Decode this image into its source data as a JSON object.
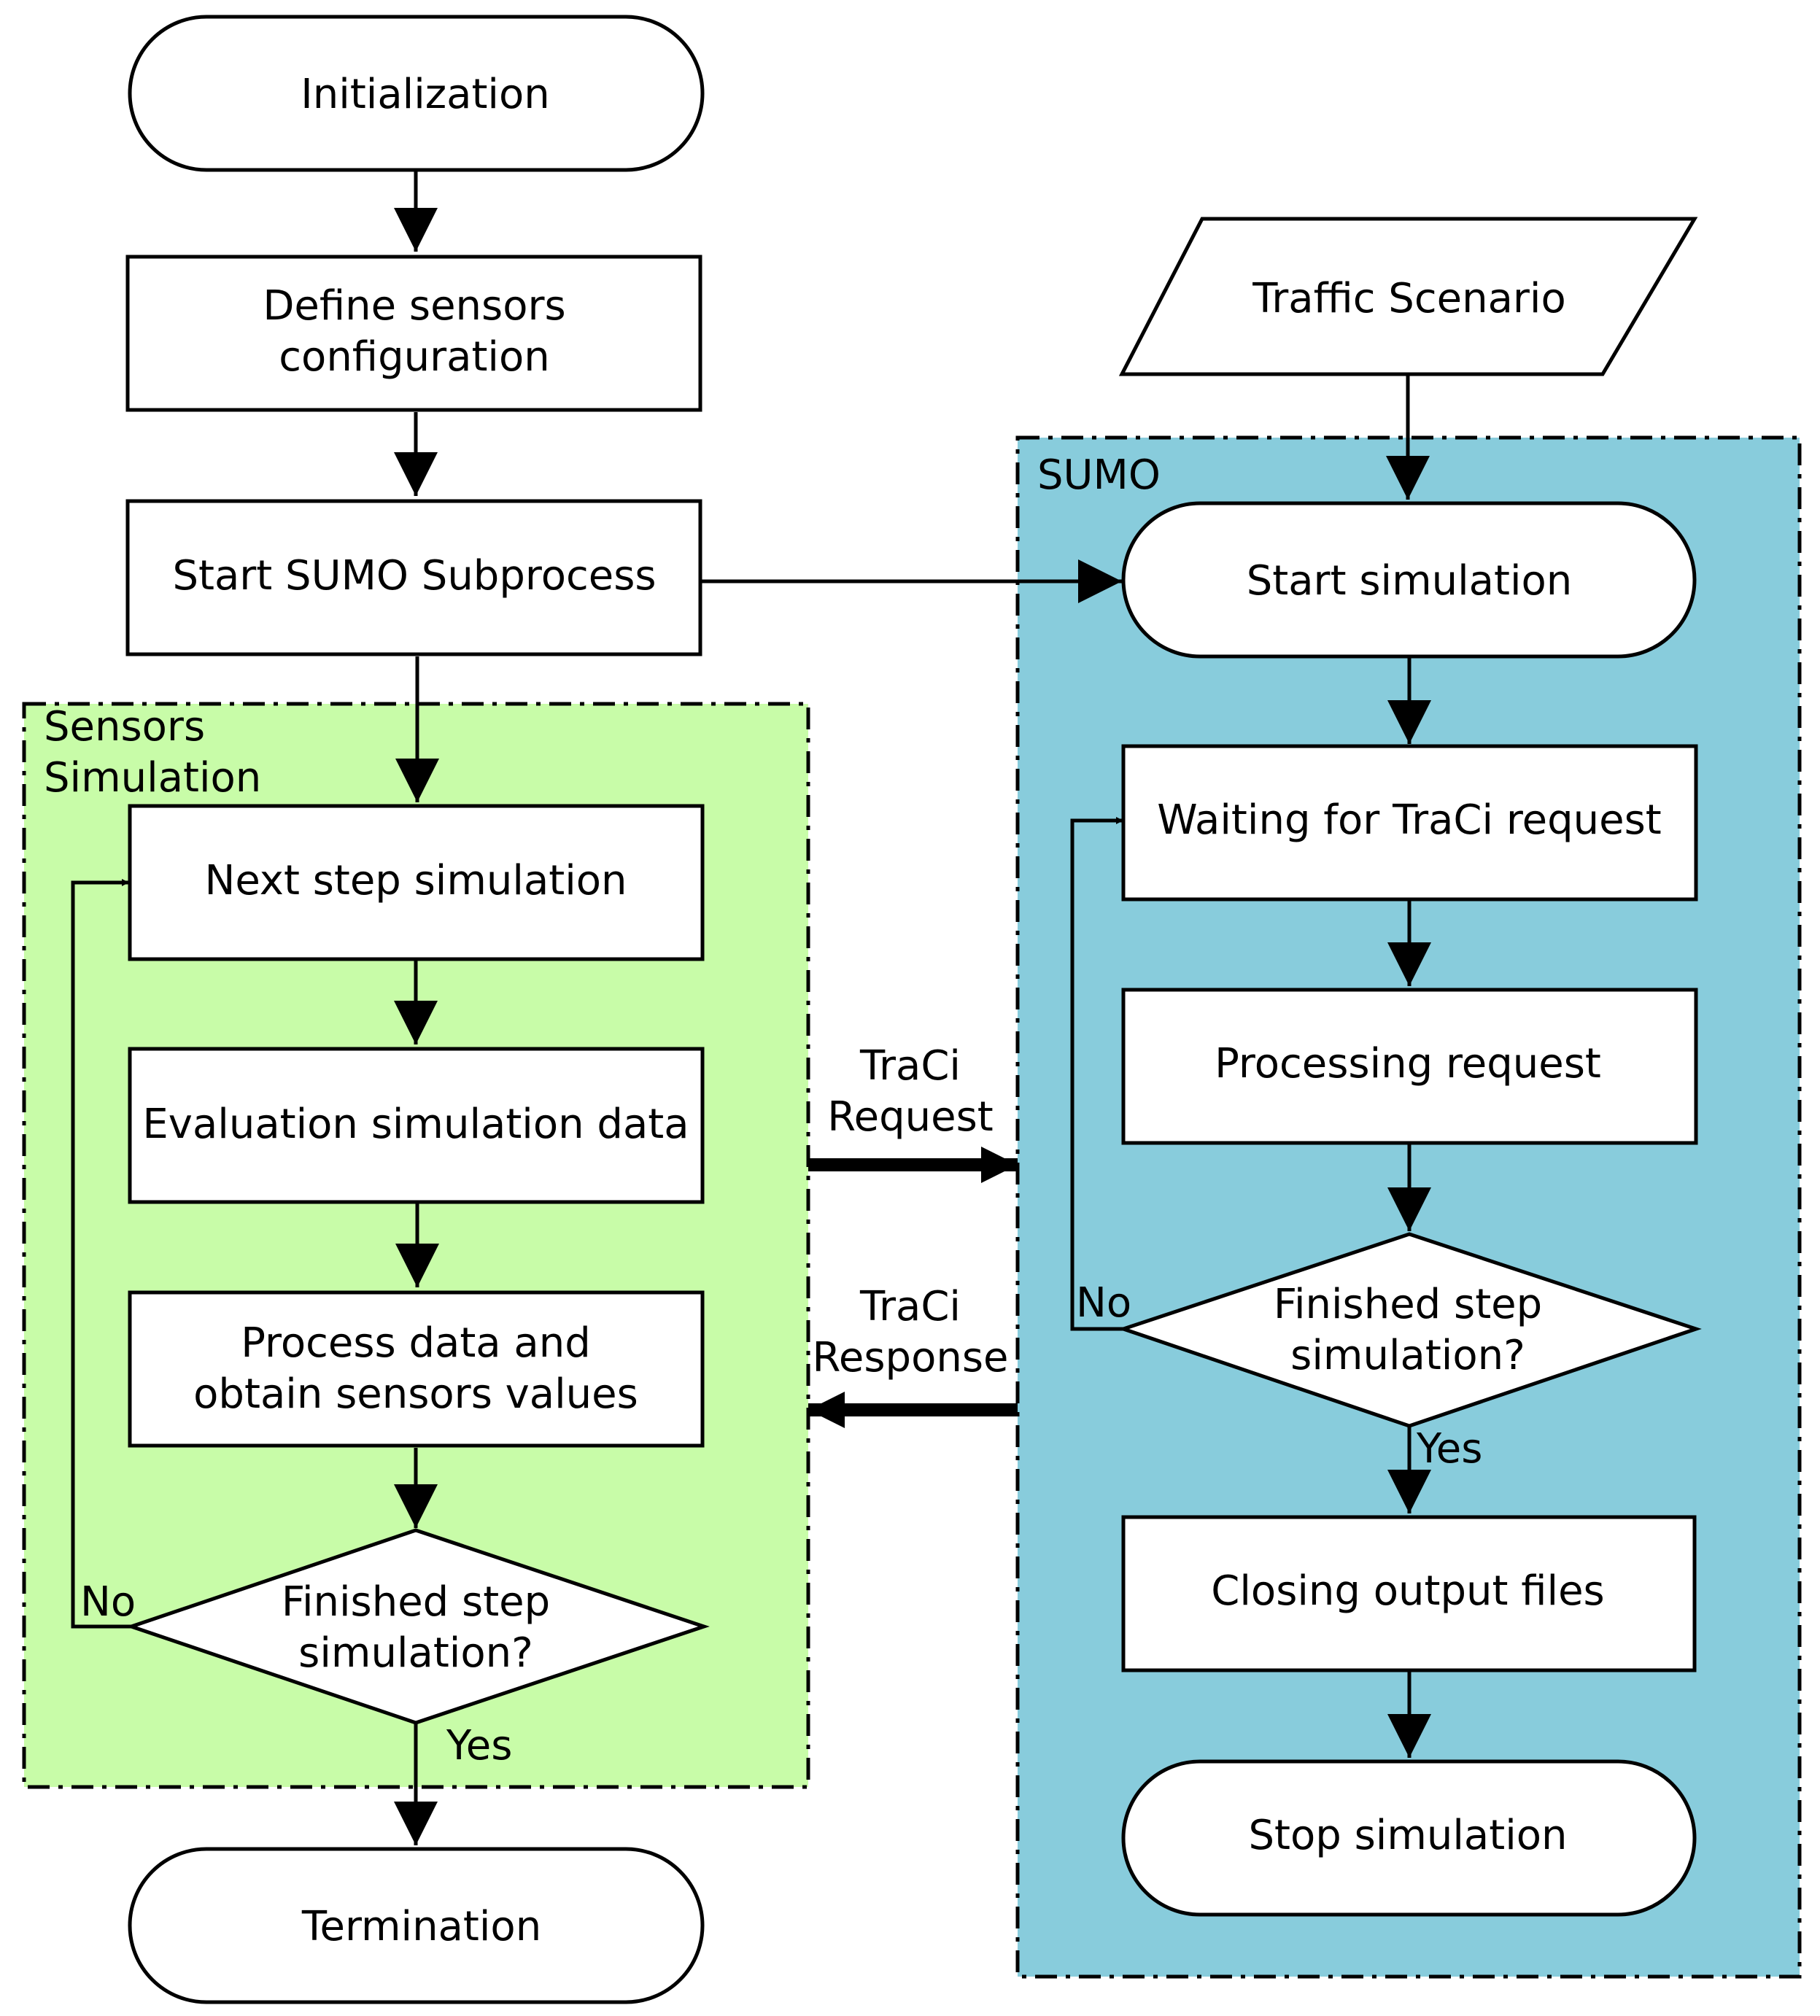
{
  "colors": {
    "sensors_group_fill": "#c8fca8",
    "sumo_group_fill": "#88ccdc",
    "stroke": "#000000",
    "node_fill": "#ffffff"
  },
  "groups": {
    "sensors": {
      "label_line1": "Sensors",
      "label_line2": "Simulation"
    },
    "sumo": {
      "label": "SUMO"
    }
  },
  "nodes": {
    "initialization": "Initialization",
    "define_sensors_line1": "Define sensors",
    "define_sensors_line2": "configuration",
    "start_sumo": "Start SUMO Subprocess",
    "next_step": "Next step simulation",
    "evaluation": "Evaluation simulation data",
    "process_line1": "Process data and",
    "process_line2": "obtain sensors values",
    "left_decision_line1": "Finished step",
    "left_decision_line2": "simulation?",
    "termination": "Termination",
    "traffic_scenario": "Traffic Scenario",
    "start_simulation": "Start simulation",
    "waiting": "Waiting for TraCi request",
    "processing": "Processing request",
    "right_decision_line1": "Finished step",
    "right_decision_line2": "simulation?",
    "closing": "Closing output files",
    "stop": "Stop simulation"
  },
  "edges": {
    "left_no": "No",
    "left_yes": "Yes",
    "right_no": "No",
    "right_yes": "Yes",
    "traci_request_line1": "TraCi",
    "traci_request_line2": "Request",
    "traci_response_line1": "TraCi",
    "traci_response_line2": "Response"
  }
}
